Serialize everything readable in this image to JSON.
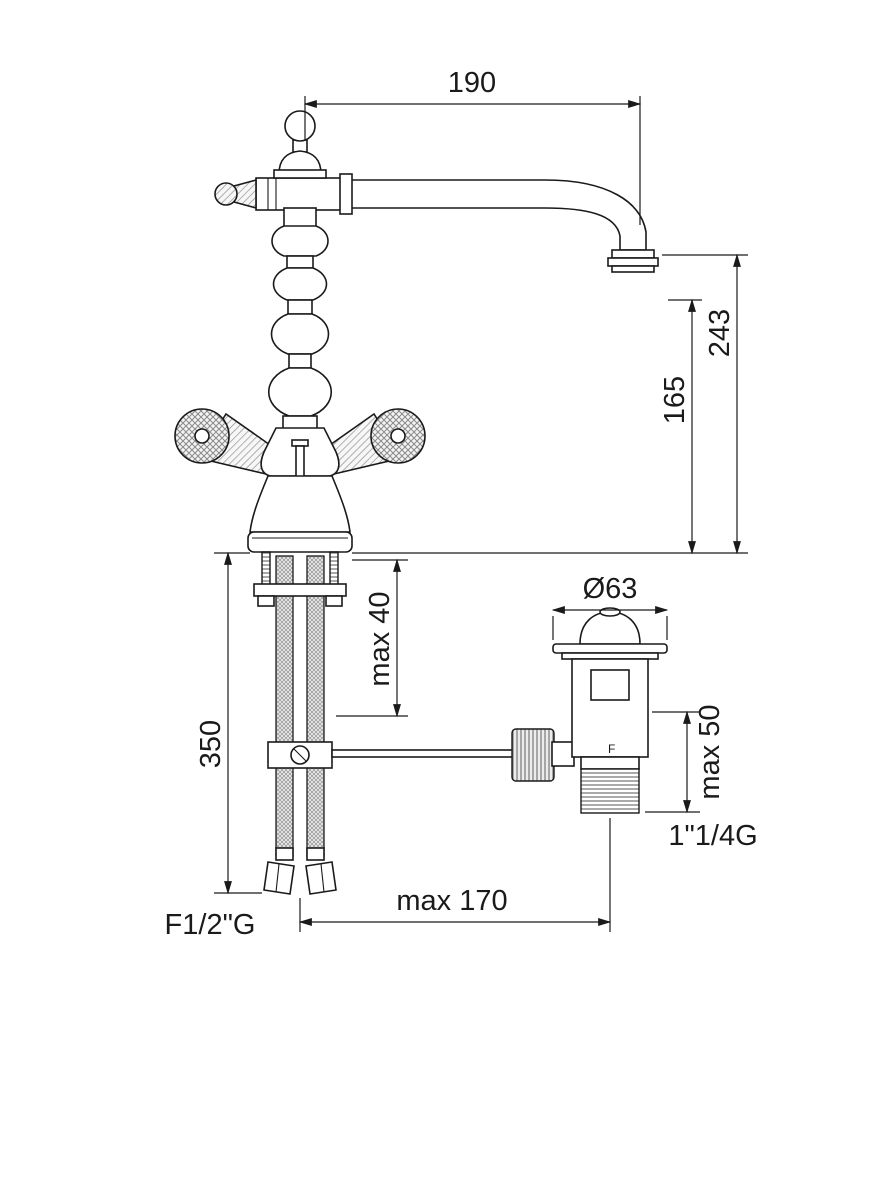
{
  "drawing": {
    "type": "technical-dimension-drawing",
    "subject": "classic two-handle basin mixer tap with pop-up waste",
    "colors": {
      "line": "#1a1a1a",
      "hatch": "#8a8a8a",
      "background": "#ffffff"
    },
    "dimensions": {
      "spout_reach": "190",
      "spout_height": "243",
      "outlet_height": "165",
      "waste_flange_diameter": "Ø63",
      "max_deck_thickness": "max 40",
      "hose_length": "350",
      "waste_max_deck": "max 50",
      "waste_thread": "1\"1/4G",
      "rod_max_reach": "max 170",
      "hose_thread": "F1/2\"G",
      "waste_body_mark": "F"
    }
  }
}
